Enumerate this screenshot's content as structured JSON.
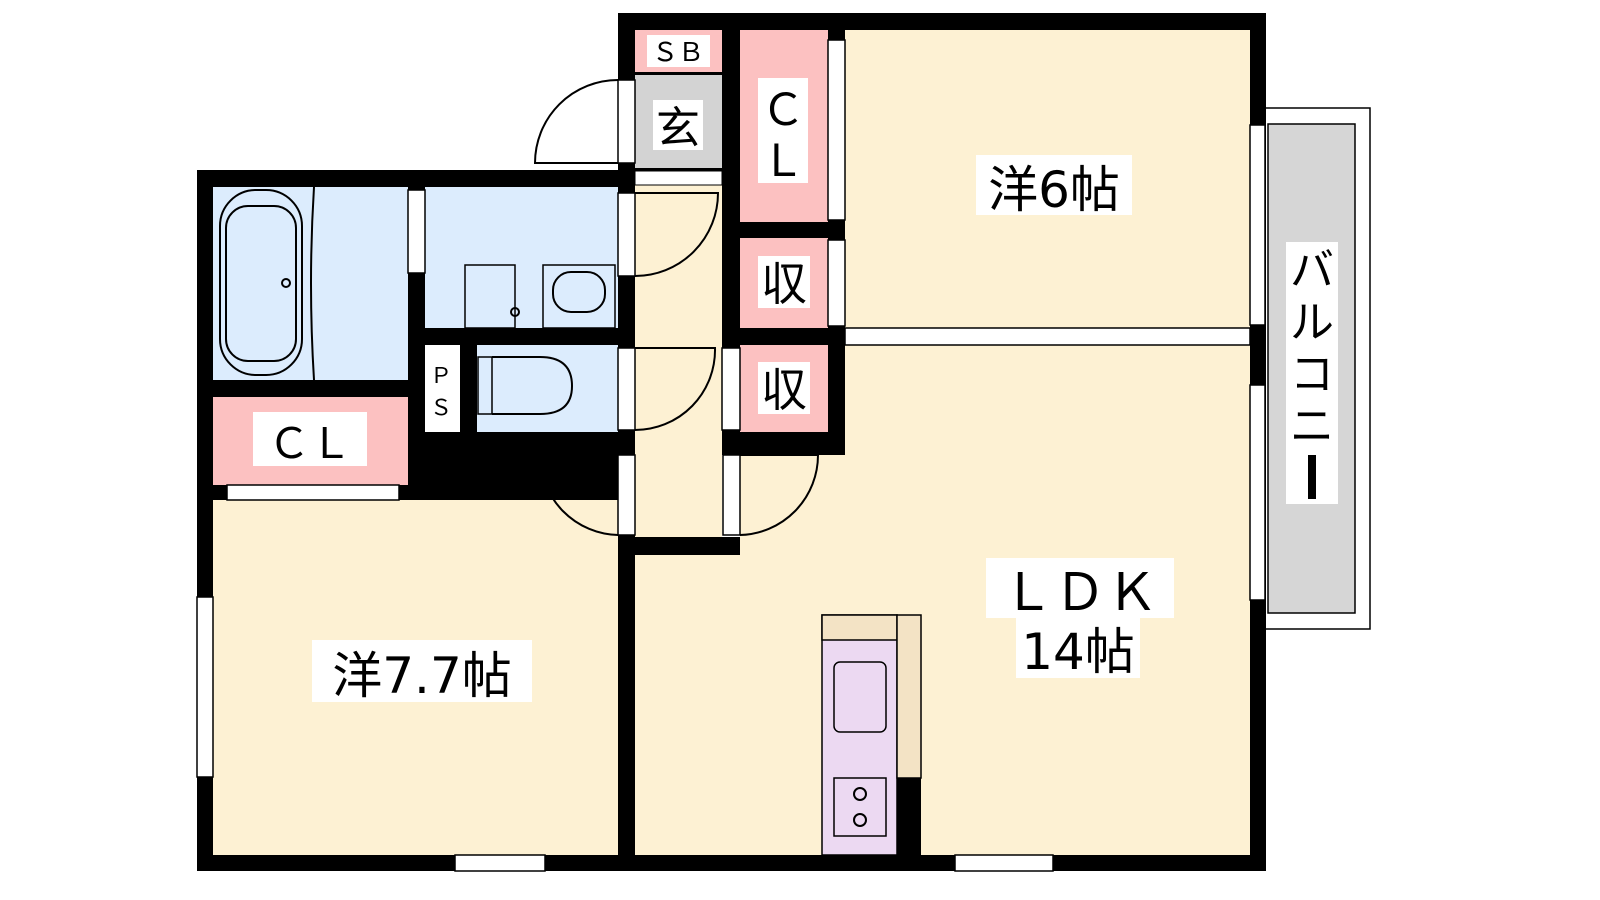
{
  "colors": {
    "wall": "#000000",
    "room": "#fdf1d3",
    "storage": "#fcc1c1",
    "wet": "#dcecfd",
    "entrance": "#d3d3d3",
    "balcony": "#d6d6d6",
    "kitchen": "#ecd9f2",
    "counter": "#f3e3c5"
  },
  "rooms": {
    "shoe_box": "ＳＢ",
    "entrance": "玄",
    "closet_top": [
      "Ｃ",
      "Ｌ"
    ],
    "western_6": "洋6帖",
    "storage_1": "収",
    "storage_2": "収",
    "pipe_space": [
      "Ｐ",
      "Ｓ"
    ],
    "closet_left": "ＣＬ",
    "western_7_7": "洋7.7帖",
    "ldk": "ＬＤＫ",
    "ldk_size": "14帖",
    "balcony": [
      "バ",
      "ル",
      "コ",
      "ニ",
      "ー"
    ]
  }
}
